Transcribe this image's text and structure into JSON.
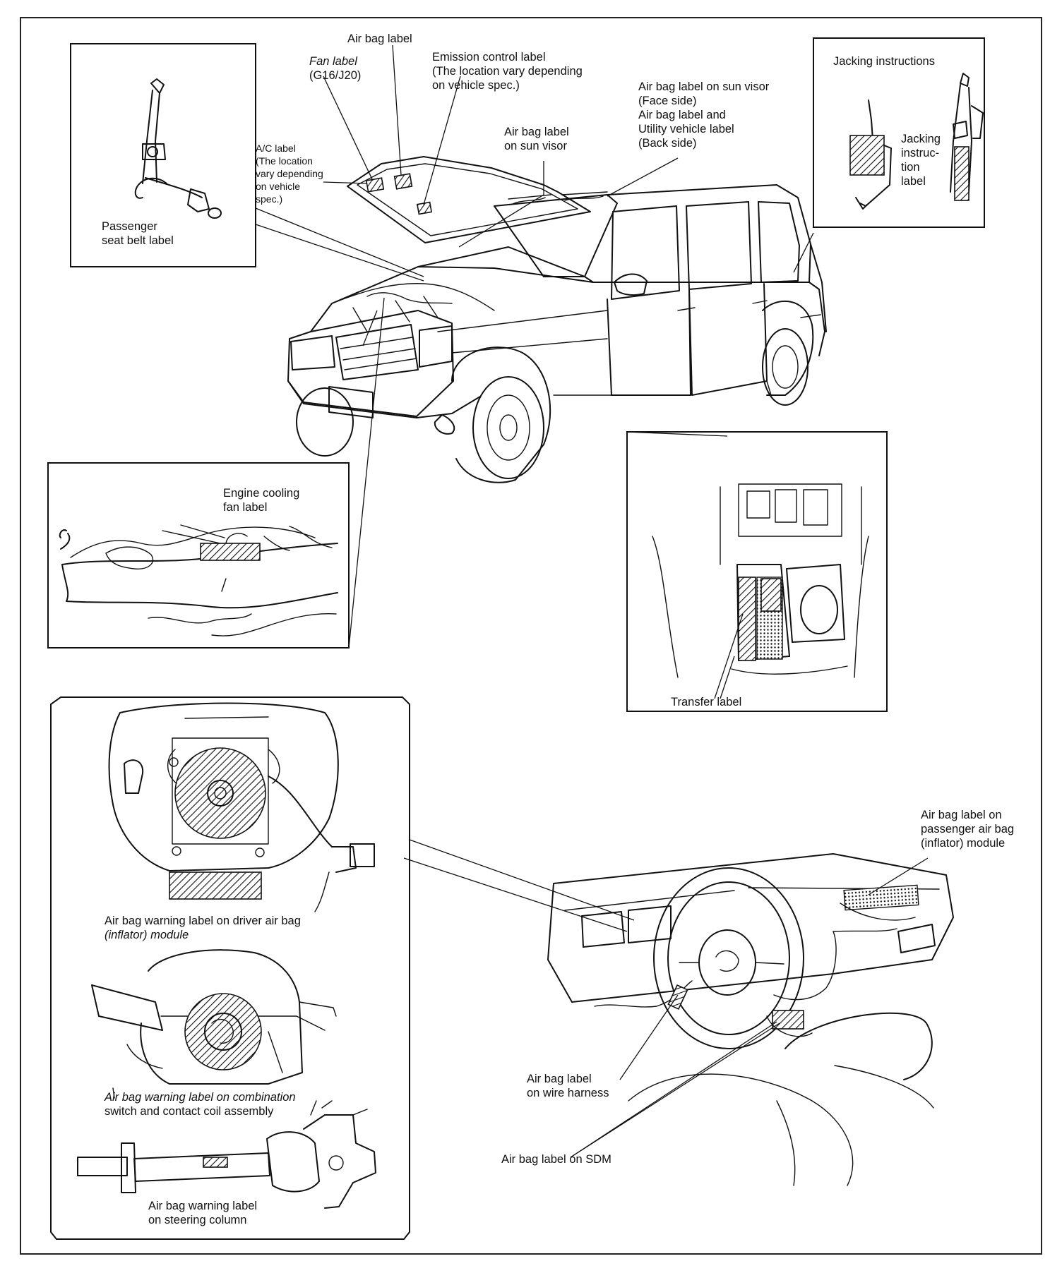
{
  "labels": {
    "fan_label_1": "Fan label",
    "fan_label_2": "(G16/J20)",
    "air_bag_label": "Air bag label",
    "emission_1": "Emission control label",
    "emission_2": "(The location vary depending",
    "emission_3": "on vehicle spec.)",
    "visor_face_1": "Air bag label on sun visor",
    "visor_face_2": "(Face side)",
    "visor_face_3": "Air bag label and",
    "visor_face_4": "Utility vehicle label",
    "visor_face_5": "(Back side)",
    "visor_1": "Air bag label",
    "visor_2": "on sun visor",
    "ac_1": "A/C label",
    "ac_2": "(The location",
    "ac_3": "vary depending",
    "ac_4": "on vehicle",
    "ac_5": "spec.)",
    "seatbelt_1": "Passenger",
    "seatbelt_2": "seat belt label",
    "jacking_instructions": "Jacking instructions",
    "jacking_label_1": "Jacking",
    "jacking_label_2": "instruc-",
    "jacking_label_3": "tion",
    "jacking_label_4": "label",
    "cooling_1": "Engine cooling",
    "cooling_2": "fan label",
    "transfer": "Transfer label",
    "driver_ab_1": "Air bag warning label on driver air bag",
    "driver_ab_2": "(inflator) module",
    "combo_1": "Air bag warning label on combination",
    "combo_2": "switch and contact coil assembly",
    "column_1": "Air bag warning label",
    "column_2": "on steering column",
    "passenger_ab_1": "Air bag label on",
    "passenger_ab_2": "passenger air bag",
    "passenger_ab_3": "(inflator) module",
    "harness_1": "Air bag label",
    "harness_2": "on wire harness",
    "sdm": "Air bag label on SDM"
  }
}
